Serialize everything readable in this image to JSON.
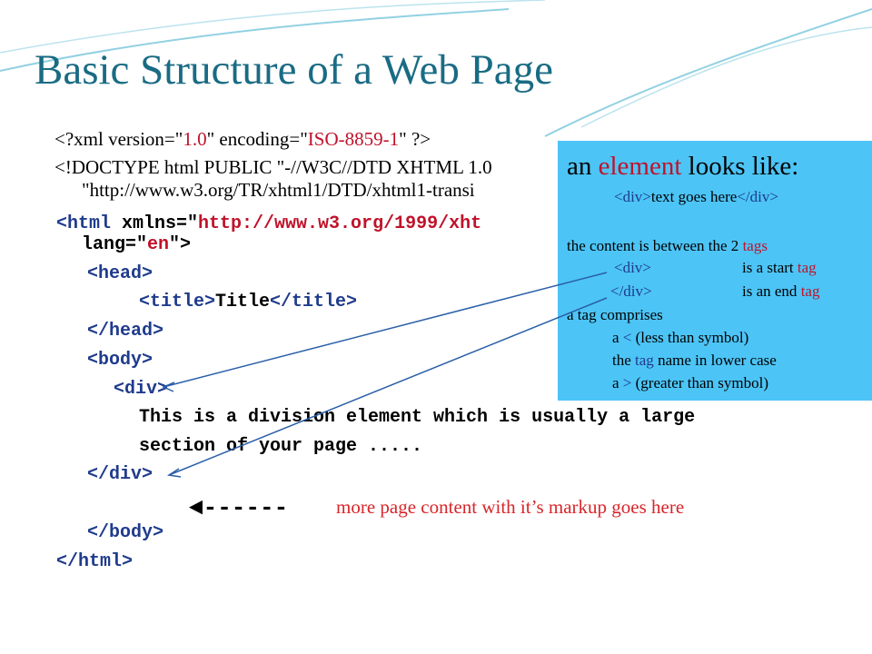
{
  "title": "Basic Structure of a Web Page",
  "code": {
    "xml_decl": {
      "prefix": "<?xml version=\"",
      "version": "1.0",
      "mid": "\" encoding=\"",
      "encoding": "ISO-8859-1",
      "suffix": "\" ?>"
    },
    "doctype_line1": "<!DOCTYPE html PUBLIC \"-//W3C//DTD XHTML 1.0",
    "doctype_line2": "\"http://www.w3.org/TR/xhtml1/DTD/xhtml1-transi",
    "html_open_prefix": "<html",
    "html_open_attr": " xmlns=\"",
    "html_open_ns": "http://www.w3.org/1999/xht",
    "html_lang_prefix": "lang=\"",
    "html_lang_value": "en",
    "html_lang_suffix": "\">",
    "head_open": "<head>",
    "title_open": "<title>",
    "title_text": "Title",
    "title_close": "</title>",
    "head_close": "</head>",
    "body_open": "<body>",
    "div_open": "<div>",
    "div_text_line1": "This is a division element which is usually a large",
    "div_text_line2": "section of your page .....",
    "div_close": "</div>",
    "body_close": "</body>",
    "html_close": "</html>"
  },
  "annotation": {
    "dashes": "◄------",
    "text": "more page content with it’s markup goes here"
  },
  "infobox": {
    "heading_pre": "an ",
    "heading_red": "element",
    "heading_post": " looks like:",
    "example_open": "<div>",
    "example_text": "text goes here",
    "example_close": "</div>",
    "content_line": "the content is between  the 2 ",
    "content_tags": "tags",
    "start_tag": "<div>",
    "start_label": "is a start ",
    "start_word": "tag",
    "end_tag": "</div>",
    "end_label": "is an end ",
    "end_word": "tag",
    "comprises": "a tag comprises",
    "item1_pre": "a ",
    "item1_sym": "<",
    "item1_post": "  (less than symbol)",
    "item2_pre": "the ",
    "item2_tag": "tag",
    "item2_post": " name in lower case",
    "item3_pre": "a ",
    "item3_sym": ">",
    "item3_post": " (greater than symbol)"
  },
  "colors": {
    "title": "#1a6b84",
    "box": "#4cc4f6",
    "tag": "#1f3b8c",
    "value": "#c0122a",
    "note": "#d8262a"
  }
}
